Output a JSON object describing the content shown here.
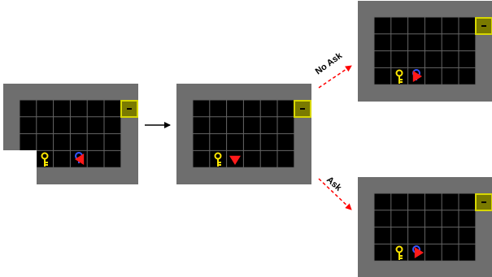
{
  "colors": {
    "wall": "#6e6e6e",
    "floor": "#000000",
    "grid": "#666666",
    "door": "#7a7a00",
    "door_border": "#d7d700",
    "key": "#ffe600",
    "agent": "#ff1a1a",
    "ball": "#3355ff",
    "transition_arrow": "#000000",
    "branch_arrow": "#ff0000"
  },
  "icons": {
    "key": "key-icon",
    "agent": "agent-triangle-icon",
    "ball": "blue-ball-icon",
    "door": "locked-door-icon"
  },
  "panels": [
    {
      "id": "initial-state",
      "agent_direction": "left"
    },
    {
      "id": "next-state",
      "agent_direction": "down"
    },
    {
      "id": "no-ask-outcome",
      "agent_direction": "right"
    },
    {
      "id": "ask-outcome",
      "agent_direction": "right"
    }
  ],
  "edges": {
    "no_ask_label": "No Ask",
    "ask_label": "Ask"
  }
}
